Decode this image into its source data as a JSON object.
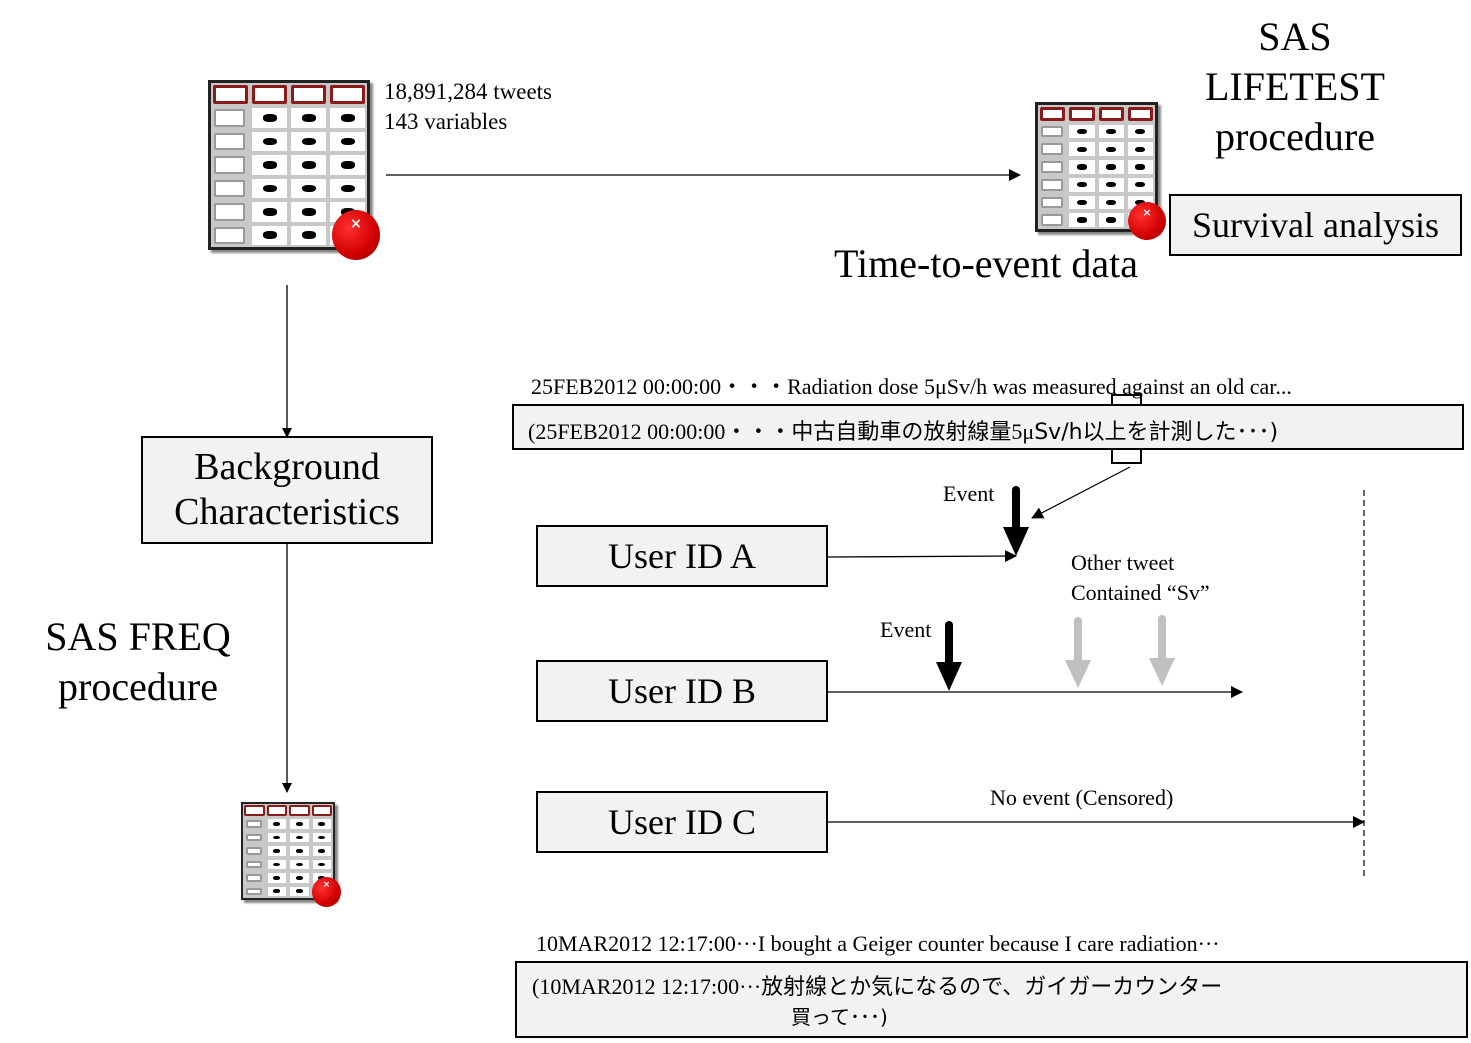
{
  "source_dataset": {
    "icon": "data-table-icon",
    "tweets_label": "18,891,284 tweets",
    "variables_label": "143 variables"
  },
  "time_to_event": {
    "icon": "data-table-icon",
    "label": "Time-to-event data"
  },
  "lifetest": {
    "title_lines": [
      "SAS",
      "LIFETEST",
      "procedure"
    ],
    "box_label": "Survival analysis"
  },
  "background": {
    "box_lines": [
      "Background",
      "Characteristics"
    ]
  },
  "freq": {
    "title_lines": [
      "SAS FREQ",
      "procedure"
    ],
    "icon": "data-table-icon"
  },
  "tweet_example_1": {
    "english": "25FEB2012 00:00:00・・・Radiation dose 5μSv/h was measured against an old car...",
    "japanese_prefix": "(25FEB2012 00:00:00・・・中古自動車の放射線量5μ",
    "japanese_highlight": "Sv",
    "japanese_suffix": "/h以上を計測した･･･)"
  },
  "users": [
    {
      "label": "User ID A"
    },
    {
      "label": "User ID B"
    },
    {
      "label": "User ID C"
    }
  ],
  "annotations": {
    "event_a": "Event",
    "event_b": "Event",
    "other_tweet_line1": "Other tweet",
    "other_tweet_line2": "Contained “Sv”",
    "censored": "No event (Censored)"
  },
  "tweet_example_2": {
    "english": "10MAR2012 12:17:00···I bought a Geiger counter because I care radiation···",
    "japanese_line1": "(10MAR2012 12:17:00···放射線とか気になるので、ガイガーカウンター",
    "japanese_line2": "買って･･･)"
  },
  "colors": {
    "box_fill": "#f2f2f2",
    "event_arrow": "#000000",
    "other_tweet_arrow": "#c0c0c0",
    "badge_red": "#e00000",
    "header_red": "#8b1a1a"
  }
}
